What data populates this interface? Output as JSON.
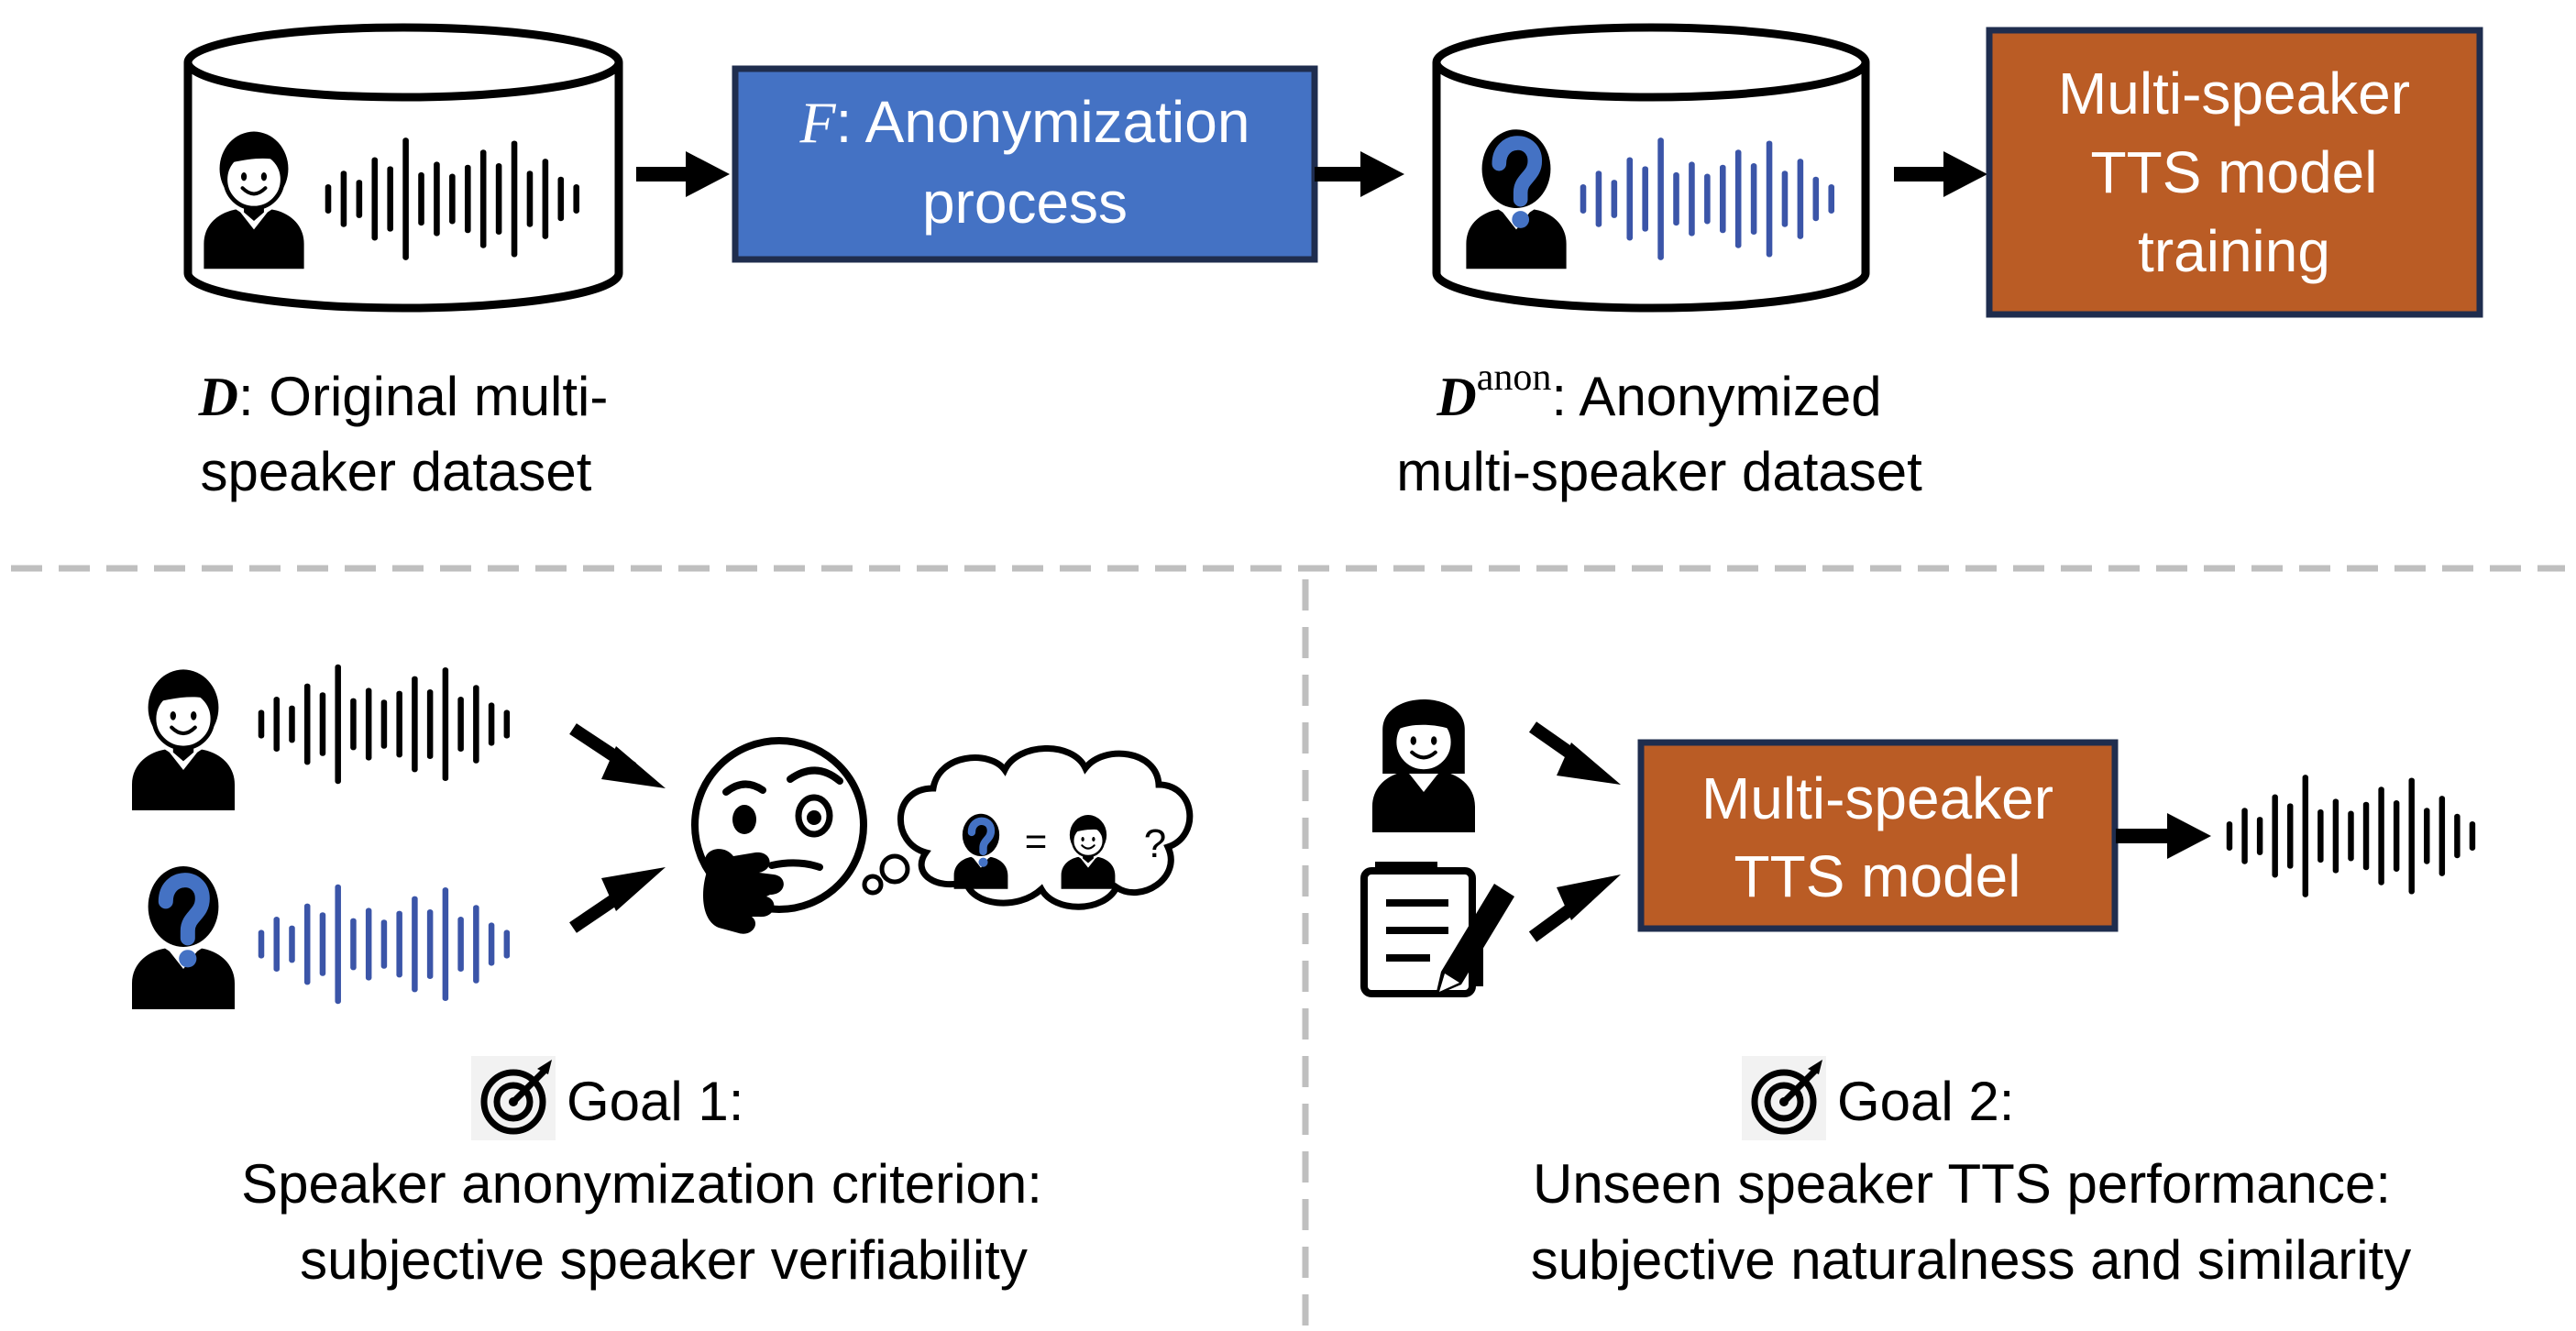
{
  "top": {
    "anonymization_box": {
      "symbol": "F",
      "line1_rest": ": Anonymization",
      "line2": "process"
    },
    "tts_training_box": {
      "lines": [
        "Multi-speaker",
        "TTS model",
        "training"
      ]
    },
    "original_dataset_label": {
      "symbol": "D",
      "line1_rest": ": Original multi-",
      "line2": "speaker dataset"
    },
    "anonymized_dataset_label": {
      "symbol": "D",
      "superscript": "anon",
      "line1_rest": ": Anonymized",
      "line2": "multi-speaker dataset"
    }
  },
  "goal1": {
    "title": "Goal 1:",
    "line2": "Speaker anonymization criterion:",
    "line3": "subjective speaker verifiability",
    "thought_equals": "=",
    "thought_question": "?"
  },
  "goal2": {
    "title": "Goal 2:",
    "line2": "Unseen speaker TTS performance:",
    "line3": "subjective naturalness and similarity",
    "model_box": {
      "lines": [
        "Multi-speaker",
        "TTS model"
      ]
    }
  },
  "colors": {
    "anonymization_fill": "#4472C4",
    "box_border": "#1F2D4E",
    "tts_fill": "#BA5C25",
    "waveform_blue": "#3B55A8",
    "divider": "#BFBFBF"
  },
  "icons": [
    "database-icon",
    "person-icon",
    "anonymous-person-icon",
    "waveform-icon",
    "thinking-face-icon",
    "thought-bubble-icon",
    "woman-icon",
    "text-document-icon",
    "target-icon",
    "arrow-icon"
  ]
}
